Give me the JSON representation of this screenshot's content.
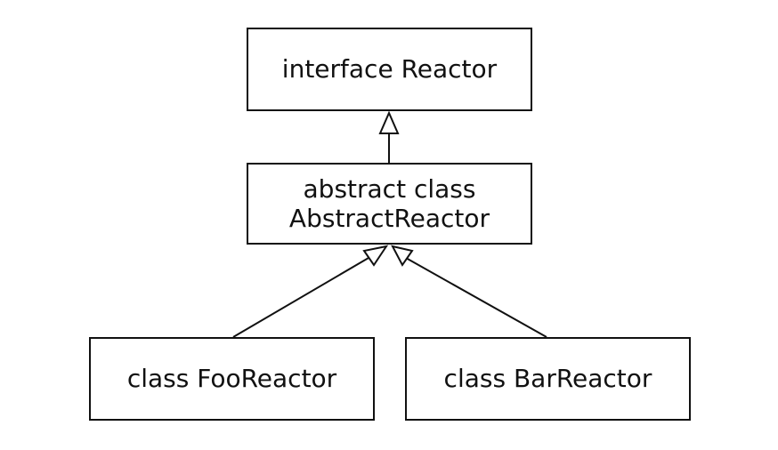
{
  "diagram": {
    "type": "uml-class-inheritance",
    "colors": {
      "stroke": "#111111",
      "background": "#ffffff",
      "text": "#111111"
    },
    "nodes": {
      "interface": {
        "line1": "interface Reactor"
      },
      "abstract": {
        "line1": "abstract class",
        "line2": "AbstractReactor"
      },
      "foo": {
        "line1": "class FooReactor"
      },
      "bar": {
        "line1": "class BarReactor"
      }
    },
    "edges": [
      {
        "from": "abstract",
        "to": "interface",
        "kind": "inheritance"
      },
      {
        "from": "foo",
        "to": "abstract",
        "kind": "inheritance"
      },
      {
        "from": "bar",
        "to": "abstract",
        "kind": "inheritance"
      }
    ]
  }
}
